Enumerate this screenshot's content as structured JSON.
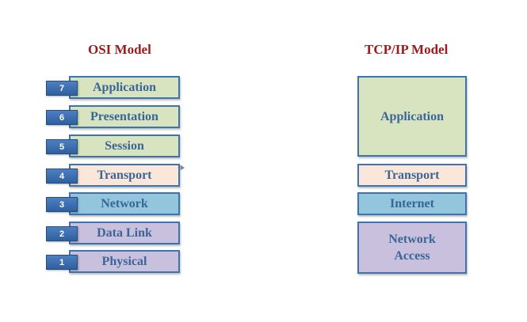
{
  "colors": {
    "title_text": "#9b1b1b",
    "layer_text": "#3a6597",
    "border": "#3d74ad",
    "application_fill": "#d8e4c0",
    "transport_fill": "#fbe7d9",
    "network_fill": "#93c5dc",
    "link_fill": "#c8c0dc"
  },
  "osi": {
    "title": "OSI Model",
    "layers": [
      {
        "number": "7",
        "name": "Application",
        "fill": "#d8e4c0"
      },
      {
        "number": "6",
        "name": "Presentation",
        "fill": "#d8e4c0"
      },
      {
        "number": "5",
        "name": "Session",
        "fill": "#d8e4c0"
      },
      {
        "number": "4",
        "name": "Transport",
        "fill": "#fbe7d9"
      },
      {
        "number": "3",
        "name": "Network",
        "fill": "#93c5dc"
      },
      {
        "number": "2",
        "name": "Data Link",
        "fill": "#c8c0dc"
      },
      {
        "number": "1",
        "name": "Physical",
        "fill": "#c8c0dc"
      }
    ]
  },
  "tcpip": {
    "title": "TCP/IP Model",
    "layers": [
      {
        "name": "Application",
        "fill": "#d8e4c0"
      },
      {
        "name": "Transport",
        "fill": "#fbe7d9"
      },
      {
        "name": "Internet",
        "fill": "#93c5dc"
      },
      {
        "name": "Network\nAccess",
        "fill": "#c8c0dc"
      }
    ]
  }
}
